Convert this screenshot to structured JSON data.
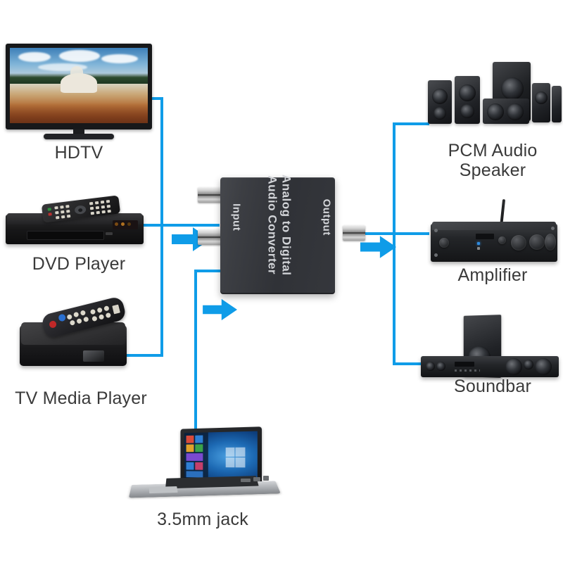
{
  "diagram": {
    "title": "Analog to Digital Audio Converter connection diagram",
    "accent_color": "#0f9ce8",
    "background_color": "#ffffff",
    "label_color": "#3a3a3a"
  },
  "device": {
    "name": "analog-to-digital-audio-converter",
    "body_text": "Analog to Digital\nAudio Converter",
    "input_label": "Input",
    "output_label": "Output",
    "input_ports": [
      "rca-input-left",
      "rca-input-right"
    ],
    "output_ports": [
      "rca-coaxial-output"
    ]
  },
  "sources": [
    {
      "id": "hdtv",
      "label": "HDTV"
    },
    {
      "id": "dvd-player",
      "label": "DVD Player"
    },
    {
      "id": "tv-media-player",
      "label": "TV Media Player"
    },
    {
      "id": "laptop",
      "label": "3.5mm jack"
    }
  ],
  "outputs": [
    {
      "id": "pcm-audio-speaker",
      "label": "PCM Audio\nSpeaker"
    },
    {
      "id": "amplifier",
      "label": "Amplifier"
    },
    {
      "id": "soundbar",
      "label": "Soundbar"
    }
  ],
  "arrows": [
    {
      "id": "arrow-input-main",
      "direction": "right"
    },
    {
      "id": "arrow-input-aux",
      "direction": "right"
    },
    {
      "id": "arrow-output-main",
      "direction": "right"
    }
  ]
}
